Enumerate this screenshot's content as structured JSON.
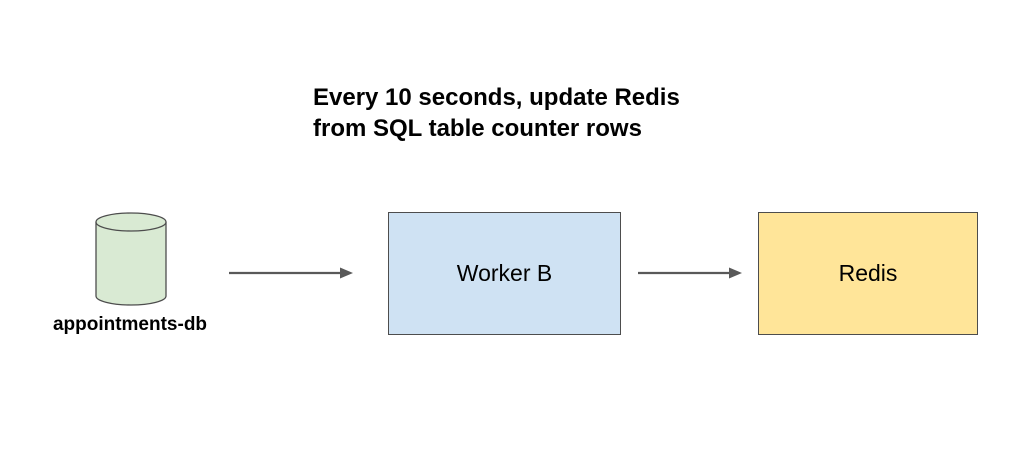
{
  "caption": {
    "line1": "Every 10 seconds, update Redis",
    "line2": "from SQL table counter rows"
  },
  "nodes": {
    "database": {
      "label": "appointments-db",
      "icon": "database-cylinder-icon",
      "fill": "#d9ead3",
      "stroke": "#4d4d4d"
    },
    "worker": {
      "label": "Worker B",
      "fill": "#cfe2f3"
    },
    "redis": {
      "label": "Redis",
      "fill": "#ffe599"
    }
  },
  "edges": [
    {
      "from": "appointments-db",
      "to": "Worker B"
    },
    {
      "from": "Worker B",
      "to": "Redis"
    }
  ],
  "colors": {
    "arrow": "#595959",
    "border": "#4d4d4d"
  }
}
